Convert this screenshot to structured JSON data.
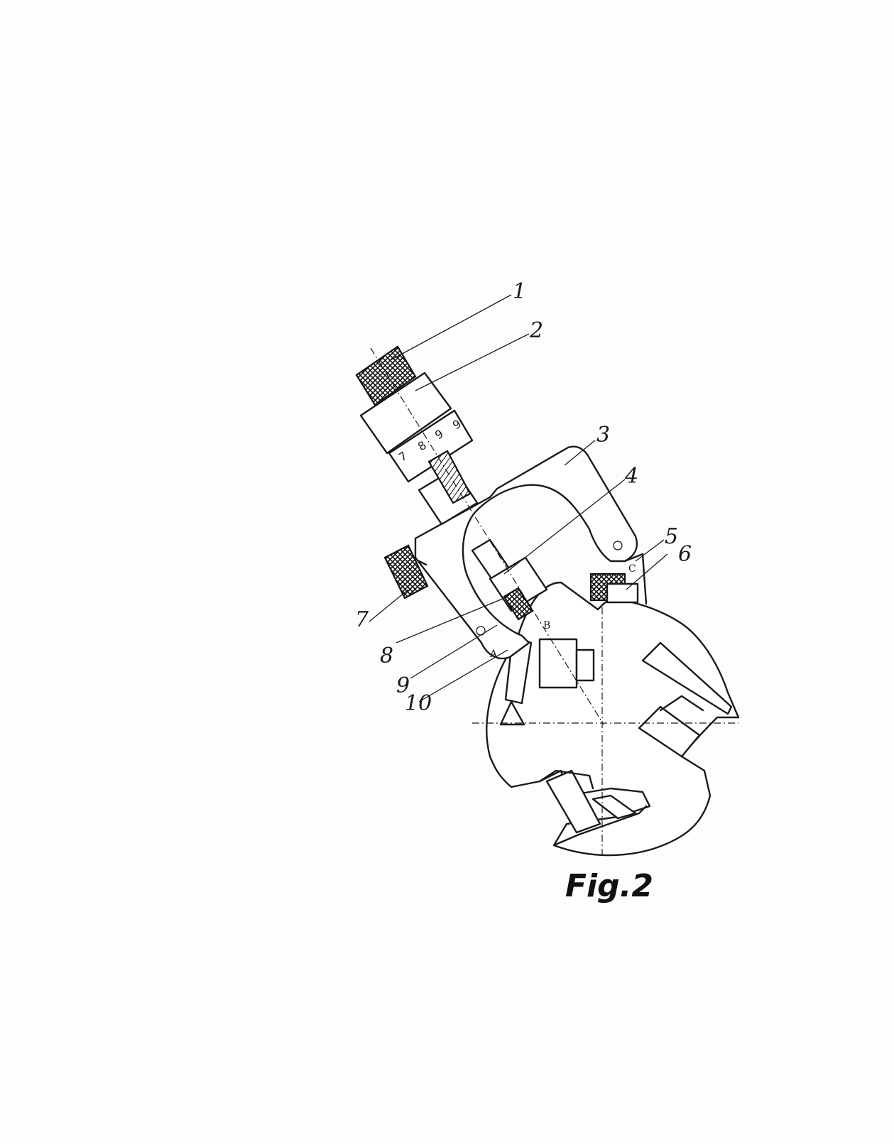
{
  "figure": {
    "caption": "Fig.2",
    "reference_numerals": [
      "1",
      "2",
      "3",
      "4",
      "5",
      "6",
      "7",
      "8",
      "9",
      "10"
    ],
    "point_labels": [
      "A",
      "B",
      "C"
    ],
    "scale_marks": [
      "7",
      "8",
      "9",
      "9"
    ]
  }
}
